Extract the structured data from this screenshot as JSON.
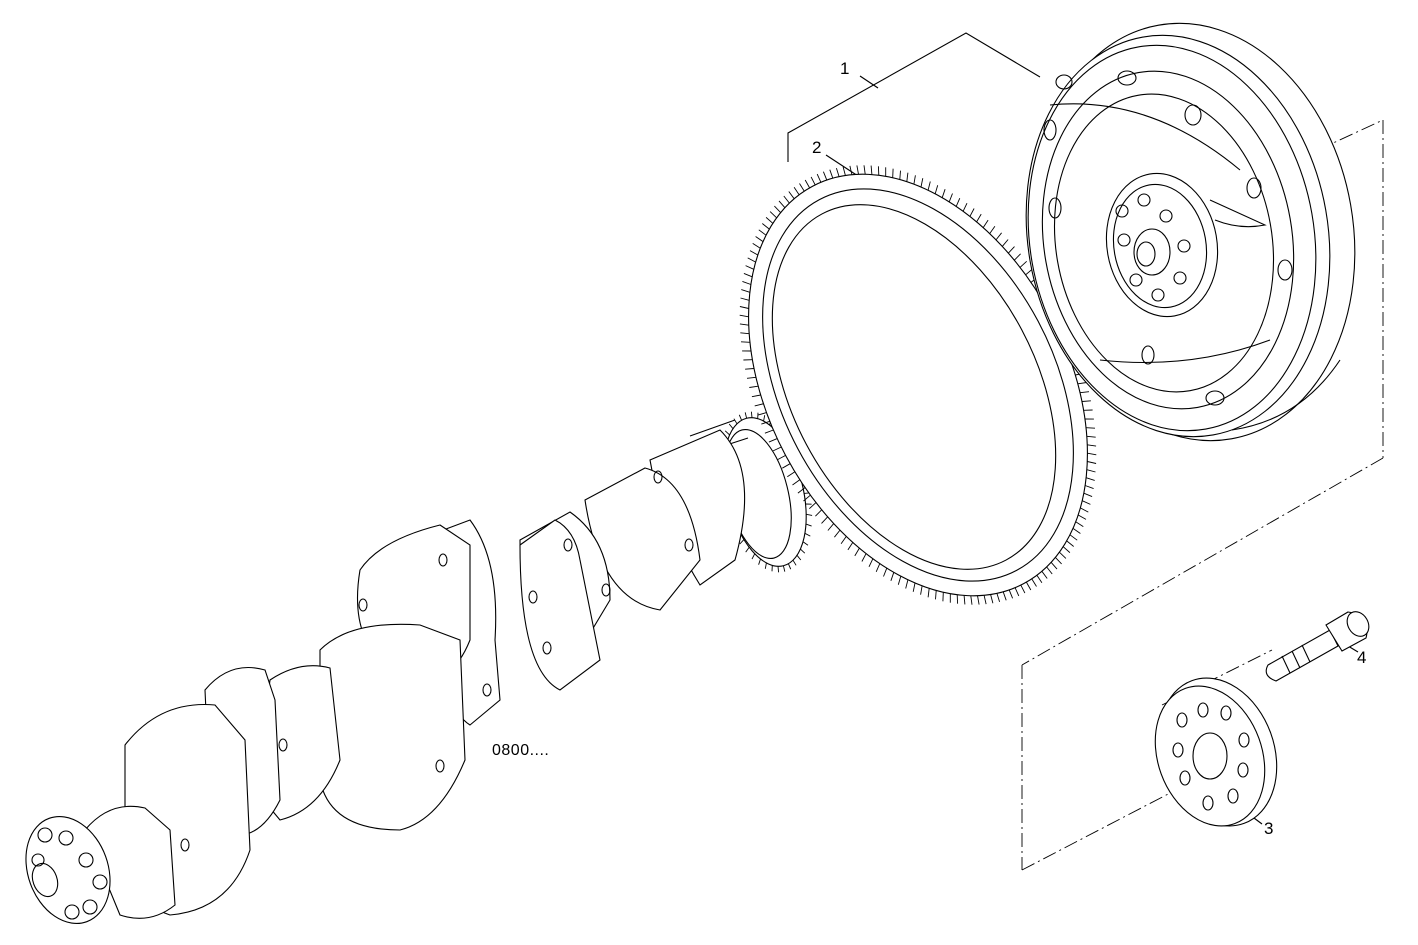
{
  "diagram": {
    "callouts": [
      {
        "id": "flywheel",
        "label": "1"
      },
      {
        "id": "ring-gear",
        "label": "2"
      },
      {
        "id": "washer-plate",
        "label": "3"
      },
      {
        "id": "bolt",
        "label": "4"
      }
    ],
    "reference": "0800....",
    "parts": [
      {
        "name": "crankshaft-icon"
      },
      {
        "name": "ring-gear-icon"
      },
      {
        "name": "flywheel-icon"
      },
      {
        "name": "bolt-icon"
      },
      {
        "name": "washer-plate-icon"
      }
    ]
  }
}
